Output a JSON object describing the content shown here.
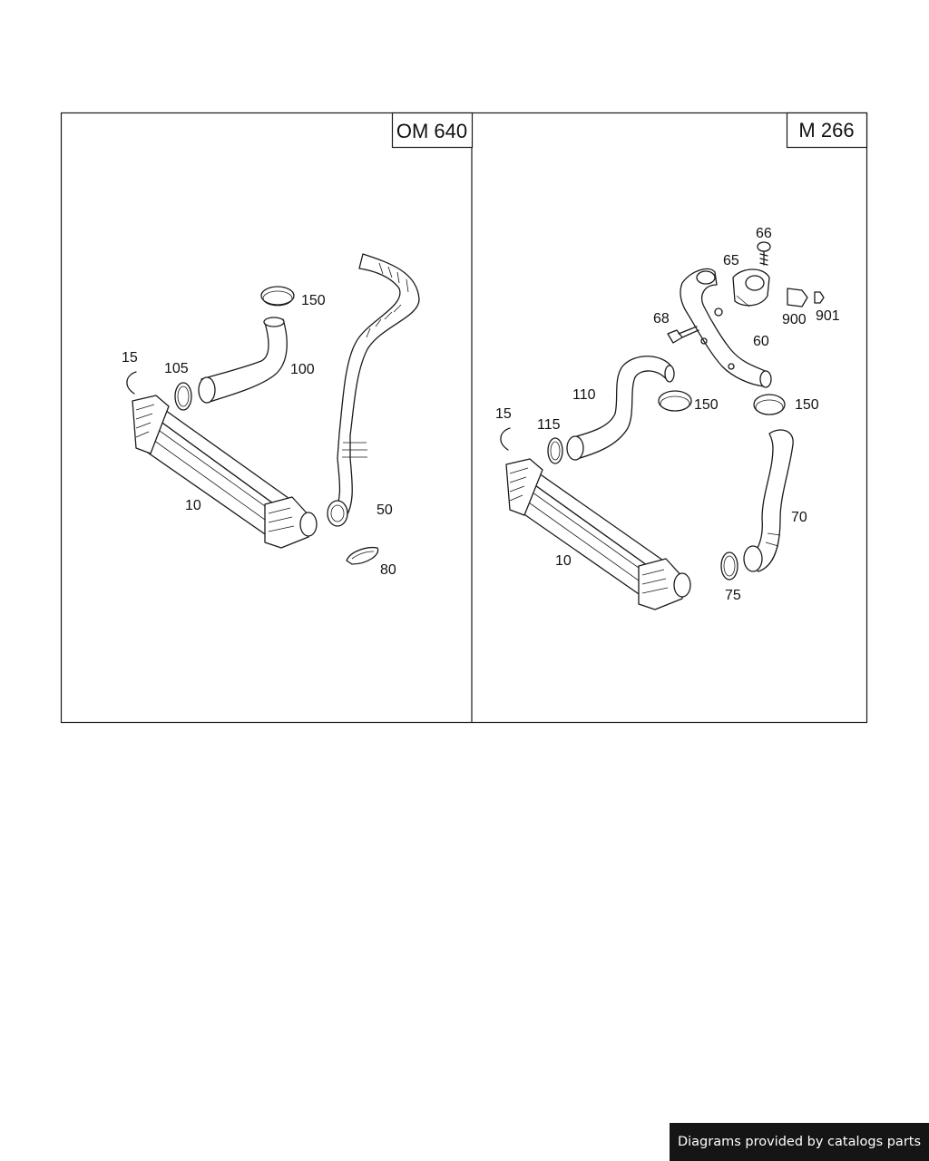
{
  "panels": [
    {
      "engine": "OM 640",
      "labels": {
        "p15": "15",
        "p105": "105",
        "p150": "150",
        "p100": "100",
        "p10": "10",
        "p50": "50",
        "p80": "80"
      }
    },
    {
      "engine": "M 266",
      "labels": {
        "p66": "66",
        "p65": "65",
        "p900": "900",
        "p901": "901",
        "p68": "68",
        "p60": "60",
        "p110": "110",
        "p150a": "150",
        "p150b": "150",
        "p15": "15",
        "p115": "115",
        "p70": "70",
        "p10": "10",
        "p75": "75"
      }
    }
  ],
  "credit": "Diagrams provided by catalogs parts",
  "colors": {
    "line": "#1a1a1a",
    "credit_bg": "#151515",
    "credit_text": "#ffffff"
  }
}
